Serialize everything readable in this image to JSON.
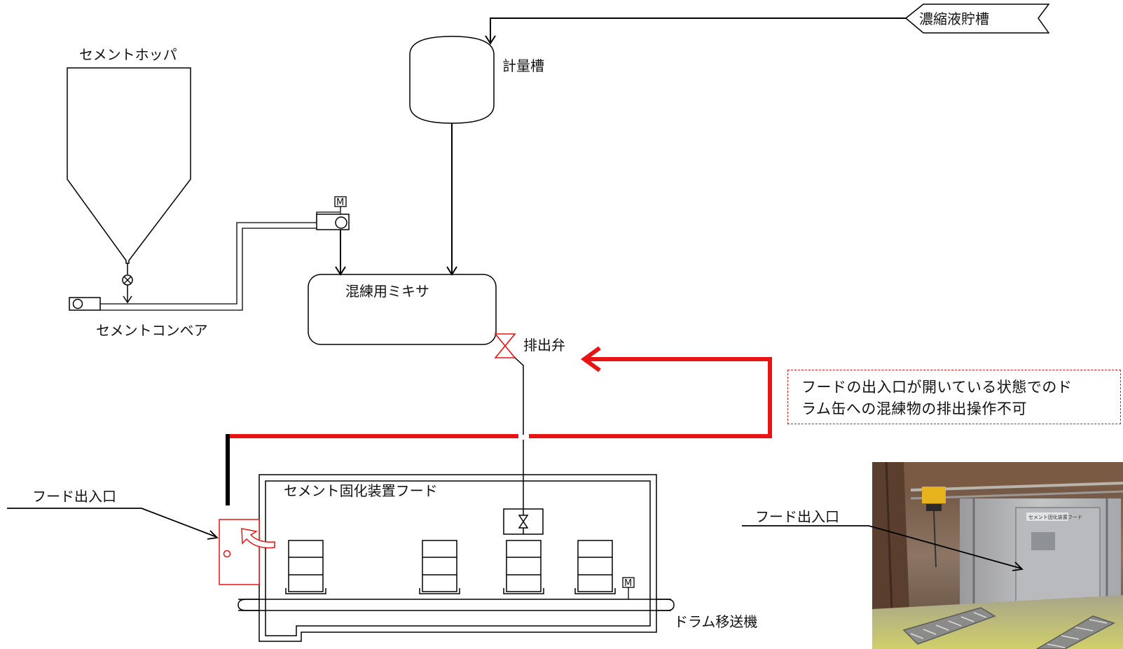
{
  "labels": {
    "concentrate_tank": "濃縮液貯槽",
    "metering_tank": "計量槽",
    "cement_hopper": "セメントホッパ",
    "cement_conveyor": "セメントコンベア",
    "mixer": "混練用ミキサ",
    "discharge_valve": "排出弁",
    "hood": "セメント固化装置フード",
    "hood_entrance_left": "フード出入口",
    "hood_entrance_photo": "フード出入口",
    "drum_transfer": "ドラム移送機",
    "motor_symbol": "M"
  },
  "interlock_note": "フードの出入口が開いている状態でのド\nラム缶への混練物の排出操作不可",
  "photo": {
    "sign_text": "セメント固化装置フード"
  },
  "colors": {
    "interlock_red": "#e81313",
    "line_black": "#000000"
  }
}
